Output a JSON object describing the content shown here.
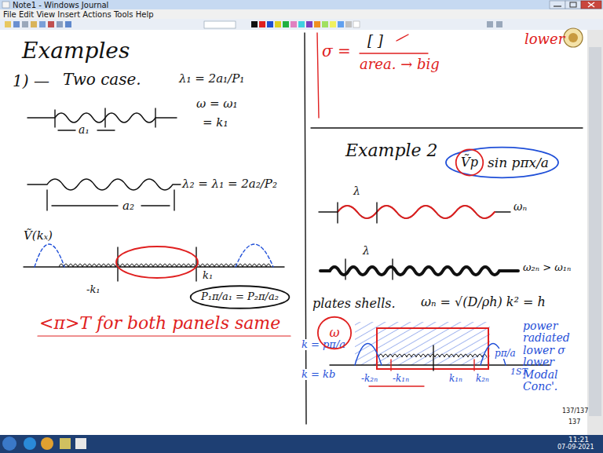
{
  "diagram": {
    "nodes": [
      {
        "text": [
          "P₁π/a₁ = P₂π/a₂"
        ]
      },
      {
        "text": [
          "sin pπx/a"
        ]
      },
      {
        "text": [
          "Ṽp"
        ],
        "in": 1
      },
      {
        "text": [
          "ω"
        ]
      }
    ],
    "labels": [
      "Note1 - Windows Journal",
      "File Edit View Insert Actions Tools Help",
      "Examples",
      "1) —",
      "Two case.",
      "λ₁ = 2a₁/P₁",
      "ω = ω₁",
      "= k₁",
      "a₁",
      "λ₂ = λ₁ = 2a₂/P₂",
      "a₂",
      "Ṽ(kₓ)",
      "-k₁",
      "k₁",
      "<π>T for both panels same",
      "σ =",
      "[ ]",
      "area. → big",
      "lower",
      "Example 2",
      "λ",
      "ωₙ",
      "λ",
      "ω₂ₙ > ω₁ₙ",
      "plates shells.",
      "ωₙ = √(D/ρh) k² = h",
      "k = pπ/a",
      "k = kb",
      "-k₂ₙ",
      "-k₁ₙ",
      "k₁ₙ",
      "k₂ₙ",
      "pπ/a",
      "1ST",
      "power radiated lower σ lower Modal Conc'.",
      "137/137",
      "137",
      "11:21",
      "07-09-2021"
    ]
  }
}
